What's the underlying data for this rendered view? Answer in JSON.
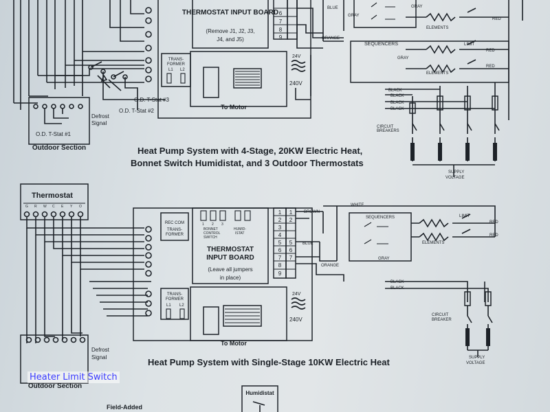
{
  "top_diagram": {
    "thermostat_board_title": "THERMOSTAT INPUT BOARD",
    "thermostat_board_note": "(Remove J1, J2, J3, J4, and J5)",
    "thermostat_board_note_line1": "(Remove J1, J2, J3,",
    "thermostat_board_note_line2": "J4, and J5)",
    "transformer_label": "TRANS-FORMER",
    "transformer_line1": "TRANS-",
    "transformer_line2": "FORMER",
    "l1": "L1",
    "l2": "L2",
    "v24": "24V",
    "v240": "240V",
    "to_motor": "To Motor",
    "od_tstat_3": "O.D. T-Stat #3",
    "od_tstat_2": "O.D. T-Stat #2",
    "od_tstat_1": "O.D. T-Stat #1",
    "defrost_signal_line1": "Defrost",
    "defrost_signal_line2": "Signal",
    "outdoor_section": "Outdoor Section",
    "blue": "BLUE",
    "orange": "ORANGE",
    "gray": "GRAY",
    "red": "RED",
    "black": "BLACK",
    "elements": "ELEMENTS",
    "sequencers": "SEQUENCERS",
    "limit": "LIMIT",
    "circuit_breakers_line1": "CIRCUIT",
    "circuit_breakers_line2": "BREAKERS",
    "supply_voltage_line1": "SUPPLY",
    "supply_voltage_line2": "VOLTAGE",
    "caption_line1": "Heat Pump System with 4-Stage, 20KW Electric Heat,",
    "caption_line2": "Bonnet Switch Humidistat, and 3 Outdoor Thermostats"
  },
  "bottom_diagram": {
    "thermostat_title": "Thermostat",
    "terminals": [
      "G",
      "R",
      "W",
      "C",
      "E",
      "Y",
      "O"
    ],
    "thermostat_board_title_line1": "THERMOSTAT",
    "thermostat_board_title_line2": "INPUT BOARD",
    "thermostat_board_note_line1": "(Leave all jumpers",
    "thermostat_board_note_line2": "in place)",
    "rec_com": "REC COM",
    "bonnet_control_switch_line1": "BONNET",
    "bonnet_control_switch_line2": "CONTROL",
    "bonnet_control_switch_line3": "SWITCH",
    "humidistat_line1": "HUMID-",
    "humidistat_line2": "ISTAT",
    "j_numbers": [
      "1",
      "2",
      "3"
    ],
    "terminal_numbers": [
      "1",
      "2",
      "3",
      "4",
      "5",
      "6",
      "7",
      "8",
      "9"
    ],
    "transformer_line1": "TRANS-",
    "transformer_line2": "FORMER",
    "l1": "L1",
    "l2": "L2",
    "v24": "24V",
    "v240": "240V",
    "to_motor": "To Motor",
    "defrost_signal_line1": "Defrost",
    "defrost_signal_line2": "Signal",
    "outdoor_section": "Outdoor Section",
    "brown": "BROWN",
    "white": "WHITE",
    "blue": "BLUE",
    "orange": "ORANGE",
    "gray": "GRAY",
    "red": "RED",
    "black": "BLACK",
    "elements": "ELEMENTS",
    "sequencers": "SEQUENCERS",
    "limit": "LIMIT",
    "circuit_breaker_line1": "CIRCUIT",
    "circuit_breaker_line2": "BREAKER",
    "supply_voltage_line1": "SUPPLY",
    "supply_voltage_line2": "VOLTAGE",
    "caption": "Heat Pump System with Single-Stage 10KW Electric Heat",
    "humidistat_box": "Humidistat",
    "field_added": "Field-Added"
  },
  "watermark": "Heater Limit Switch",
  "colors": {
    "ink": "#1d2228",
    "paper": "#dde3e6",
    "watermark": "#3b3bff"
  }
}
